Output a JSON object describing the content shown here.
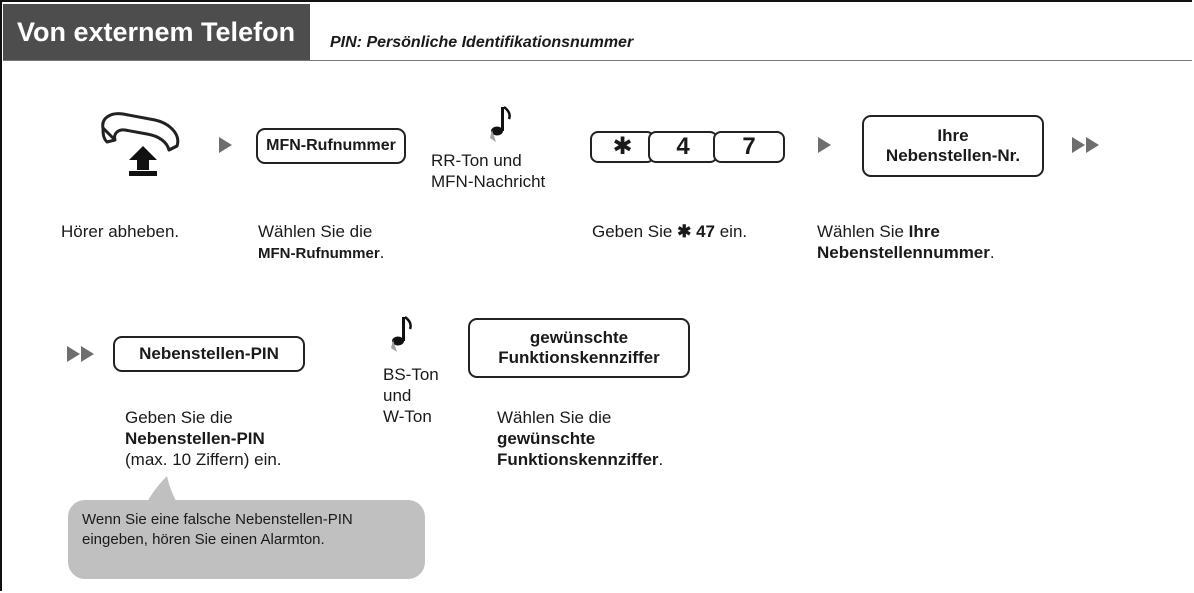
{
  "header": {
    "title": "Von externem Telefon",
    "subtitle": "PIN: Persönliche Identifikationsnummer"
  },
  "steps": {
    "pickup": {
      "icon": "handset-off-hook-icon",
      "caption": "Hörer abheben."
    },
    "dial_mfn": {
      "box_label": "MFN-Rufnummer",
      "caption_prefix": "Wählen Sie die",
      "caption_bold": "MFN-Rufnummer",
      "caption_suffix": "."
    },
    "rr_tone": {
      "icon": "tone-note-icon",
      "line1": "RR-Ton und",
      "line2": "MFN-Nachricht"
    },
    "feature_code": {
      "keys": [
        "✱",
        "4",
        "7"
      ],
      "caption_prefix": "Geben Sie",
      "caption_star": "✱",
      "caption_bold": "47",
      "caption_suffix": "ein."
    },
    "extension": {
      "box_line1": "Ihre",
      "box_line2": "Nebenstellen-Nr.",
      "caption_prefix": "Wählen Sie",
      "caption_bold1": "Ihre",
      "caption_bold2": "Nebenstellennummer",
      "caption_suffix": "."
    },
    "pin": {
      "box_label": "Nebenstellen-PIN",
      "caption_line1": "Geben Sie die",
      "caption_bold": "Nebenstellen-PIN",
      "caption_line3": "(max. 10 Ziffern) ein."
    },
    "bs_tone": {
      "icon": "tone-note-icon",
      "line1": "BS-Ton",
      "line2": "und",
      "line3": "W-Ton"
    },
    "function": {
      "box_line1": "gewünschte",
      "box_line2": "Funktionskennziffer",
      "caption_line1": "Wählen Sie die",
      "caption_bold1": "gewünschte",
      "caption_bold2": "Funktionskennziffer",
      "caption_suffix": "."
    }
  },
  "note": {
    "line1": "Wenn Sie eine falsche Nebenstellen-PIN",
    "line2": "eingeben, hören Sie einen Alarmton."
  },
  "colors": {
    "title_bg": "#4d4d4d",
    "arrow": "#6e6e6e",
    "note_bg": "#c0c0c0"
  }
}
